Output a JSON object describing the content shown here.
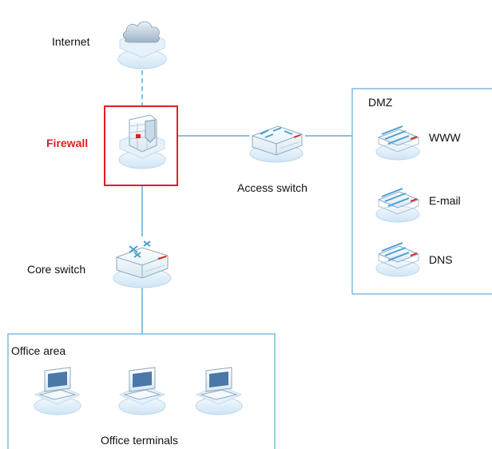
{
  "nodes": {
    "internet": {
      "label": "Internet",
      "icon": "cloud-icon"
    },
    "firewall": {
      "label": "Firewall",
      "icon": "firewall-icon",
      "highlight_color": "#e02020"
    },
    "access_switch": {
      "label": "Access switch",
      "icon": "switch-icon"
    },
    "core_switch": {
      "label": "Core switch",
      "icon": "core-switch-icon"
    },
    "www": {
      "label": "WWW",
      "icon": "server-icon"
    },
    "email": {
      "label": "E-mail",
      "icon": "server-icon"
    },
    "dns": {
      "label": "DNS",
      "icon": "server-icon"
    },
    "terminals": {
      "label": "Office terminals",
      "icon": "laptop-icon",
      "count": 3
    }
  },
  "zones": {
    "dmz": {
      "title": "DMZ"
    },
    "office": {
      "title": "Office area"
    }
  },
  "colors": {
    "link": "#5aaed8",
    "zone_border": "#7fbce0",
    "highlight": "#e02020",
    "icon_base": "#dfeef9",
    "icon_accent": "#4a9fd4"
  }
}
